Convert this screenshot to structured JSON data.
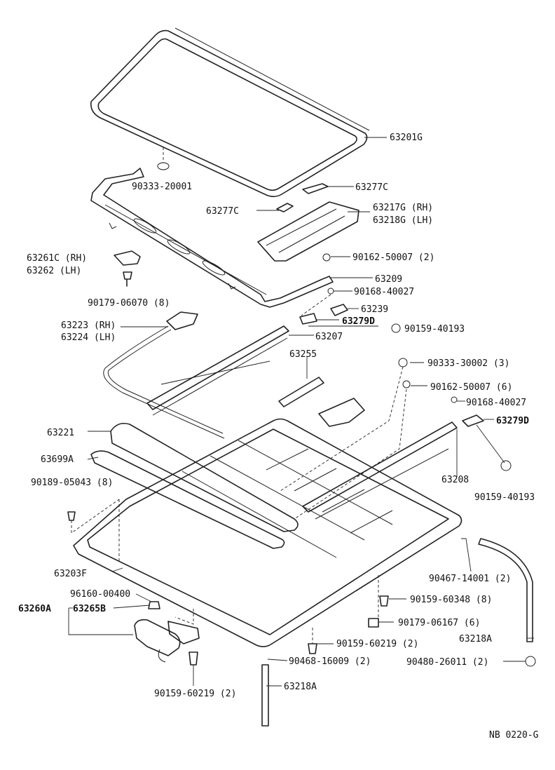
{
  "diagram_id": "NB 0220-G",
  "labels": {
    "p63201G": "63201G",
    "p90333_20001": "90333-20001",
    "p63277C_a": "63277C",
    "p63277C_b": "63277C",
    "p63217G": "63217G (RH)",
    "p63218G": "63218G (LH)",
    "p63261C": "63261C (RH)",
    "p63262": "63262   (LH)",
    "p90162_50007_2": "90162-50007 (2)",
    "p90179_06070": "90179-06070 (8)",
    "p63209": "63209",
    "p90168_40027_a": "90168-40027",
    "p63239": "63239",
    "p63279D_a": "63279D",
    "p90159_40193_a": "90159-40193",
    "p63223": "63223 (RH)",
    "p63224": "63224 (LH)",
    "p63207": "63207",
    "p63255": "63255",
    "p90333_30002": "90333-30002 (3)",
    "p90162_50007_6": "90162-50007 (6)",
    "p90168_40027_b": "90168-40027",
    "p63279D_b": "63279D",
    "p63221": "63221",
    "p63699A": "63699A",
    "p63208": "63208",
    "p90189_05043": "90189-05043 (8)",
    "p90159_40193_b": "90159-40193",
    "p63203F": "63203F",
    "p90467_14001": "90467-14001 (2)",
    "p96160_00400": "96160-00400",
    "p63260A": "63260A",
    "p63265B": "63265B",
    "p90159_60348": "90159-60348 (8)",
    "p90179_06167": "90179-06167 (6)",
    "p63218A_a": "63218A",
    "p90159_60219_a": "90159-60219 (2)",
    "p90468_16009": "90468-16009 (2)",
    "p90480_26011": "90480-26011 (2)",
    "p90159_60219_b": "90159-60219 (2)",
    "p63218A_b": "63218A"
  }
}
